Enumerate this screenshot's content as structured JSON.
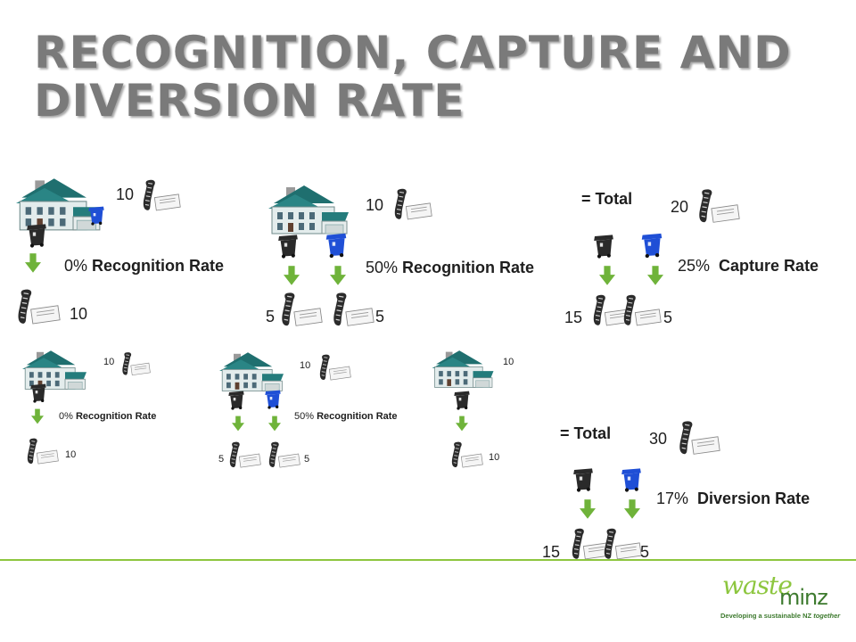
{
  "slide": {
    "title_line1": "RECOGNITION, CAPTURE AND",
    "title_line2": "DIVERSION RATE"
  },
  "panel_a": {
    "top_count": "10",
    "rate_pct": "0%",
    "rate_label": "Recognition Rate",
    "bottom_count": "10"
  },
  "panel_b": {
    "top_count": "10",
    "rate_pct": "50%",
    "rate_label": "Recognition Rate",
    "left_count": "5",
    "right_count": "5"
  },
  "panel_c": {
    "total_label": "= Total",
    "total_count": "20",
    "rate_pct": "25%",
    "rate_label": "Capture Rate",
    "left_count": "15",
    "right_count": "5"
  },
  "mini_a": {
    "top_count": "10",
    "rate_pct": "0%",
    "rate_label": "Recognition Rate",
    "bottom_count": "10"
  },
  "mini_b": {
    "top_count": "10",
    "rate_pct": "50%",
    "rate_label": "Recognition Rate",
    "left_count": "5",
    "right_count": "5"
  },
  "mini_c": {
    "top_count": "10",
    "bottom_count": "10"
  },
  "panel_d": {
    "total_label": "= Total",
    "total_count": "30",
    "rate_pct": "17%",
    "rate_label": "Diversion Rate",
    "left_count": "15",
    "right_count": "5"
  },
  "logo": {
    "word_waste": "waste",
    "word_minz": "minz",
    "tagline_prefix": "Developing a sustainable NZ ",
    "tagline_emphasis": "together"
  },
  "colors": {
    "arrow": "#6fb33a",
    "recycle_bin": "#1f4fd6",
    "rubbish_bin": "#2a2a2a",
    "house_wall": "#dfe9ea",
    "house_roof": "#217a7a",
    "footer_line": "#8dc63f"
  },
  "icons": [
    "house-icon",
    "rubbish-bin-icon",
    "recycling-bin-icon",
    "newspaper-icon",
    "down-arrow-icon"
  ]
}
